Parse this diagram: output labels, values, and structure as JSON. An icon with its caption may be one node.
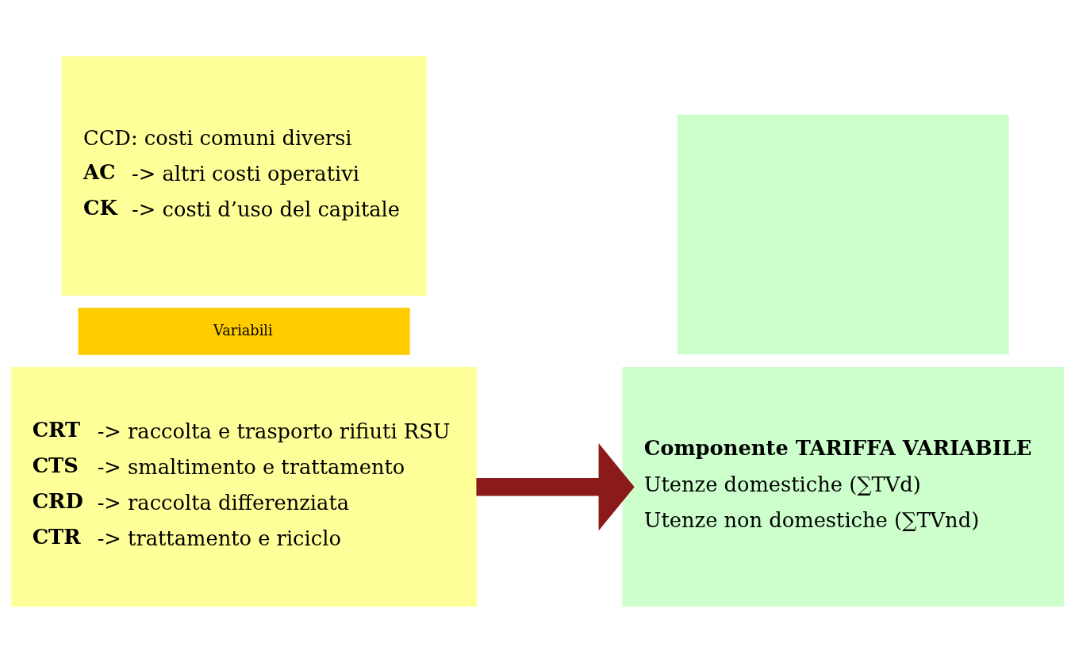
{
  "diagram": {
    "nodes": [
      {
        "text": [
          "CCD: costi comuni diversi",
          "**AC** -> altri costi operativi",
          "**CK** -> costi d’uso del capitale"
        ]
      },
      {
        "text": [
          "Variabili"
        ]
      },
      {
        "text": [
          "**CRT** -> raccolta e trasporto rifiuti RSU",
          "**CTS** -> smaltimento e trattamento",
          "**CRD** -> raccolta differenziata",
          "**CTR** -> trattamento e riciclo"
        ]
      },
      {
        "text": [],
        "shape": "box"
      },
      {
        "text": [
          "Componente TARIFFA VARIABILE",
          "Utenze domestiche (∑TVd)",
          "Utenze non domestiche (∑TVnd)"
        ]
      }
    ],
    "edges": [
      {
        "from": 2,
        "to": 4,
        "arrow": "to"
      }
    ]
  }
}
